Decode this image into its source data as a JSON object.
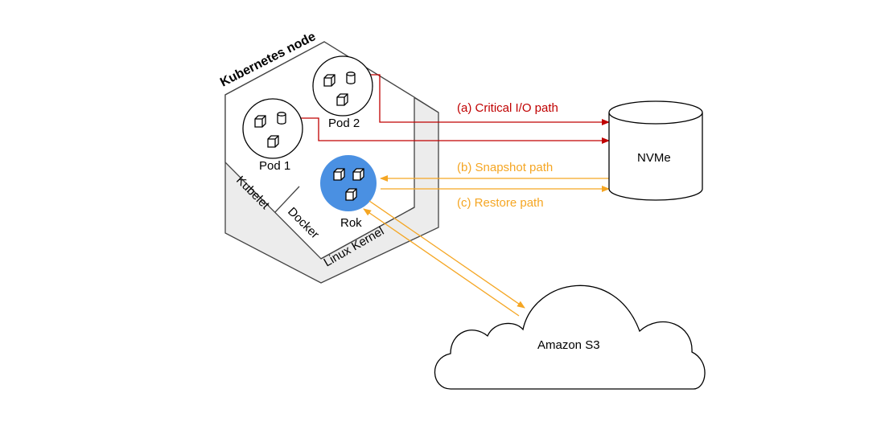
{
  "node": {
    "title": "Kubernetes node",
    "layers": {
      "kubelet": "Kubelet",
      "docker": "Docker",
      "kernel": "Linux Kernel"
    },
    "pods": [
      {
        "label": "Pod 1"
      },
      {
        "label": "Pod 2"
      }
    ],
    "rok": {
      "label": "Rok"
    }
  },
  "storage": {
    "nvme": "NVMe",
    "s3": "Amazon S3"
  },
  "paths": {
    "critical": "(a) Critical I/O path",
    "snapshot": "(b) Snapshot path",
    "restore": "(c) Restore path"
  },
  "colors": {
    "critical": "#c00000",
    "snapshot": "#f5a623",
    "rok_fill": "#4a90e2",
    "node_gray": "#ececec"
  },
  "icons": [
    "cube-icon",
    "cylinder-icon"
  ]
}
